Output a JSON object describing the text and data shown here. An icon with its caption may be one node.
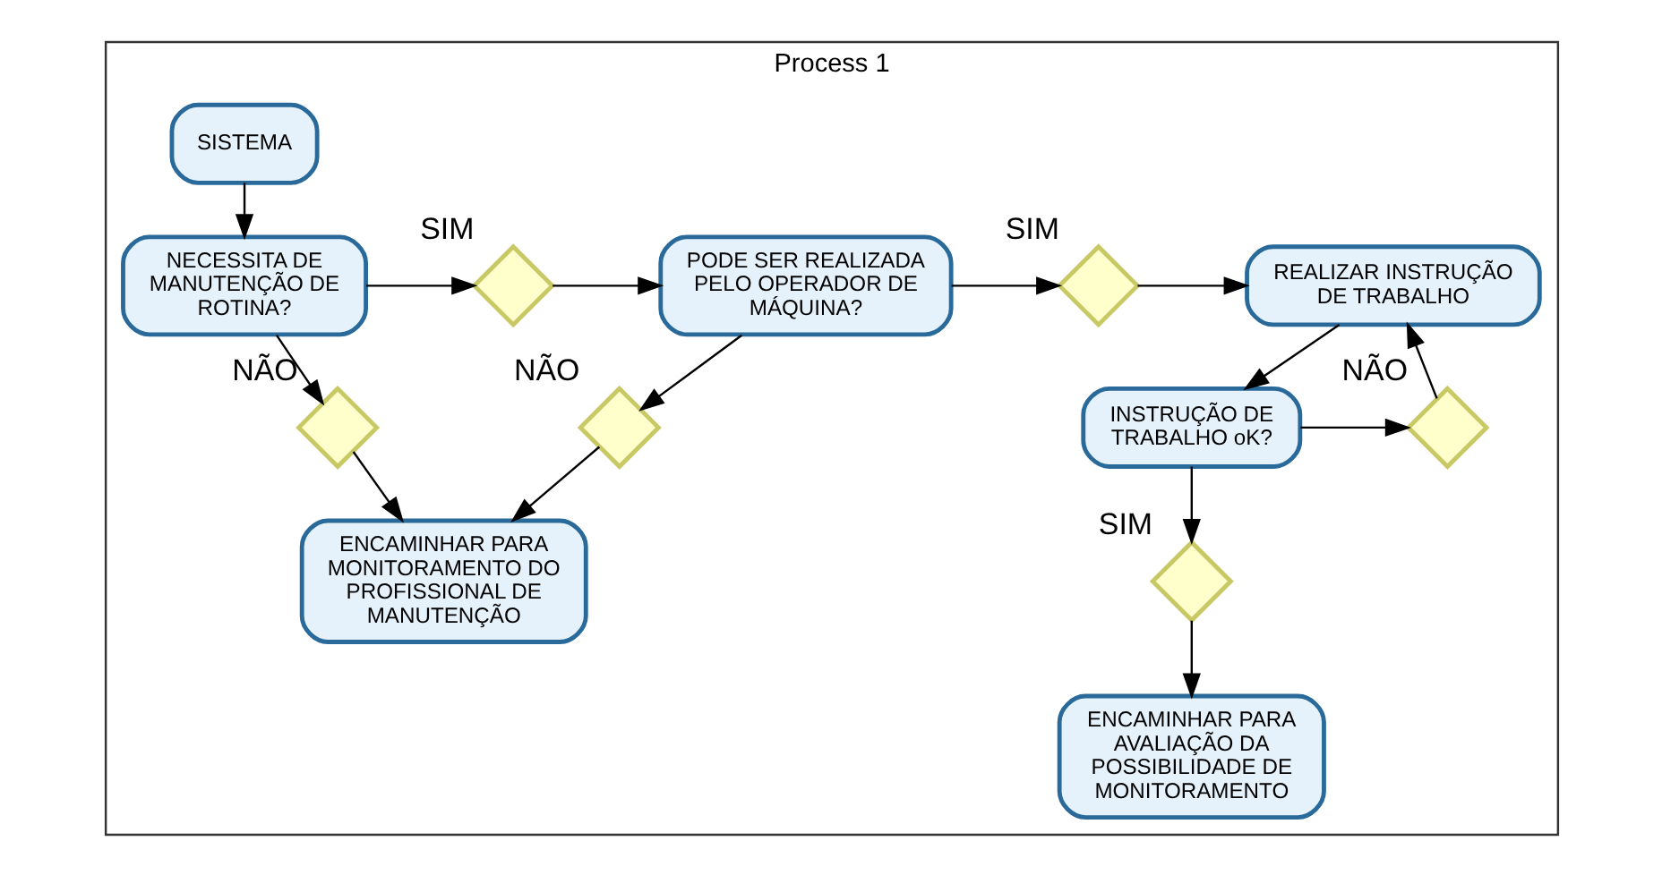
{
  "diagram": {
    "nodes": [
      {
        "text": [
          "Process 1"
        ]
      },
      {
        "text": [
          "SISTEMA"
        ],
        "in": 0
      },
      {
        "text": [
          "NECESSITA DE MANUTENÇÃO DE ROTINA?"
        ],
        "in": 0
      },
      {
        "text": [],
        "shape": "diamond",
        "beside": [
          "SIM"
        ],
        "in": 0
      },
      {
        "text": [
          "PODE SER REALIZADA PELO OPERADOR DE MÁQUINA?"
        ],
        "in": 0
      },
      {
        "text": [],
        "shape": "diamond",
        "beside": [
          "SIM"
        ],
        "in": 0
      },
      {
        "text": [
          "REALIZAR INSTRUÇÃO DE TRABALHO"
        ],
        "in": 0
      },
      {
        "text": [],
        "shape": "diamond",
        "beside": [
          "NÃO"
        ],
        "in": 0
      },
      {
        "text": [],
        "shape": "diamond",
        "beside": [
          "NÃO"
        ],
        "in": 0
      },
      {
        "text": [
          "INSTRUÇÃO DE TRABALHO oK?"
        ],
        "in": 0
      },
      {
        "text": [],
        "shape": "diamond",
        "beside": [
          "NÃO"
        ],
        "in": 0
      },
      {
        "text": [
          "ENCAMINHAR PARA MONITORAMENTO DO PROFISSIONAL DE MANUTENÇÃO"
        ],
        "in": 0
      },
      {
        "text": [],
        "shape": "diamond",
        "beside": [
          "SIM"
        ],
        "in": 0
      },
      {
        "text": [
          "ENCAMINHAR PARA AVALIAÇÃO DA POSSIBILIDADE DE MONITORAMENTO"
        ],
        "in": 0
      }
    ],
    "edges": [
      {
        "from": 1,
        "to": 2,
        "arrow": "to"
      },
      {
        "from": 2,
        "to": 3,
        "arrow": "to"
      },
      {
        "from": 3,
        "to": 4,
        "arrow": "to"
      },
      {
        "from": 4,
        "to": 5,
        "arrow": "to"
      },
      {
        "from": 5,
        "to": 6,
        "arrow": "to"
      },
      {
        "from": 2,
        "to": 7,
        "arrow": "to"
      },
      {
        "from": 4,
        "to": 8,
        "arrow": "to"
      },
      {
        "from": 7,
        "to": 11,
        "arrow": "to"
      },
      {
        "from": 8,
        "to": 11,
        "arrow": "to"
      },
      {
        "from": 6,
        "to": 9,
        "arrow": "to"
      },
      {
        "from": 9,
        "to": 10,
        "arrow": "to"
      },
      {
        "from": 10,
        "to": 6,
        "arrow": "to"
      },
      {
        "from": 9,
        "to": 12,
        "arrow": "to"
      },
      {
        "from": 12,
        "to": 13,
        "arrow": "to"
      }
    ]
  }
}
